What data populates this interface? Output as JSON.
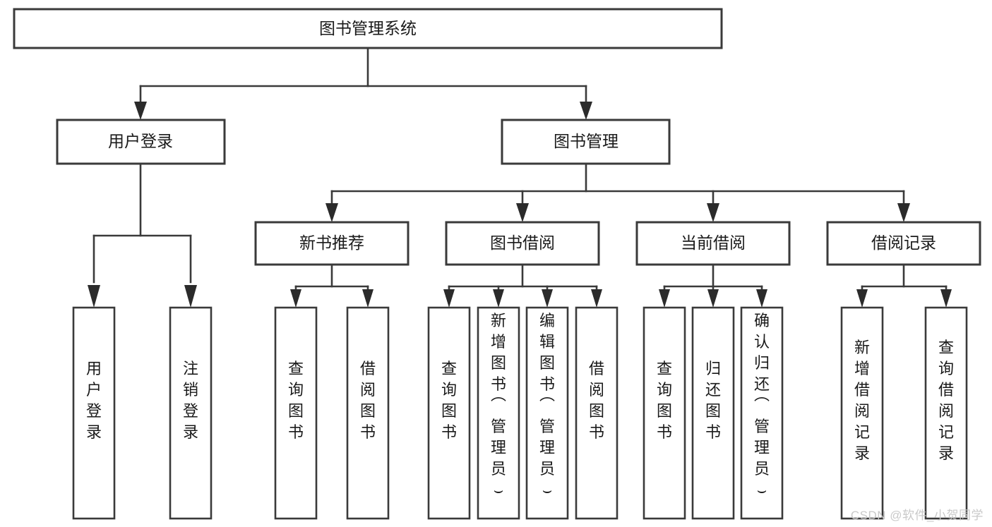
{
  "diagram": {
    "type": "tree",
    "title": "图书管理系统",
    "watermark": "CSDN @软件_小贺同学",
    "colors": {
      "box_fill": "#ffffff",
      "box_stroke": "#3a3a3a",
      "text": "#1a1a1a",
      "connector": "#3a3a3a",
      "watermark": "#c9c9c9",
      "background": "#ffffff"
    },
    "levels": {
      "root": {
        "label": "图书管理系统"
      },
      "level2": [
        {
          "label": "用户登录"
        },
        {
          "label": "图书管理"
        }
      ],
      "level3": [
        {
          "label": "新书推荐"
        },
        {
          "label": "图书借阅"
        },
        {
          "label": "当前借阅"
        },
        {
          "label": "借阅记录"
        }
      ]
    },
    "nodes": {
      "root": "图书管理系统",
      "user_login": "用户登录",
      "book_manage": "图书管理",
      "new_book_rec": "新书推荐",
      "book_borrow": "图书借阅",
      "current_borrow": "当前借阅",
      "borrow_record": "借阅记录",
      "leaf_user_login": "用户登录",
      "leaf_user_logout": "注销登录",
      "leaf_rec_query": "查询图书",
      "leaf_rec_borrow": "借阅图书",
      "leaf_borrow_query": "查询图书",
      "leaf_borrow_add": "新增图书（管理员）",
      "leaf_borrow_edit": "编辑图书（管理员）",
      "leaf_borrow_lend": "借阅图书",
      "leaf_cur_query": "查询图书",
      "leaf_cur_return": "归还图书",
      "leaf_cur_confirm": "确认归还（管理员）",
      "leaf_rec_add": "新增借阅记录",
      "leaf_rec_search": "查询借阅记录"
    },
    "edges": [
      {
        "from": "图书管理系统",
        "to": "用户登录"
      },
      {
        "from": "图书管理系统",
        "to": "图书管理"
      },
      {
        "from": "图书管理",
        "to": "新书推荐"
      },
      {
        "from": "图书管理",
        "to": "图书借阅"
      },
      {
        "from": "图书管理",
        "to": "当前借阅"
      },
      {
        "from": "图书管理",
        "to": "借阅记录"
      },
      {
        "from": "用户登录",
        "to": "用户登录"
      },
      {
        "from": "用户登录",
        "to": "注销登录"
      },
      {
        "from": "新书推荐",
        "to": "查询图书"
      },
      {
        "from": "新书推荐",
        "to": "借阅图书"
      },
      {
        "from": "图书借阅",
        "to": "查询图书"
      },
      {
        "from": "图书借阅",
        "to": "新增图书（管理员）"
      },
      {
        "from": "图书借阅",
        "to": "编辑图书（管理员）"
      },
      {
        "from": "图书借阅",
        "to": "借阅图书"
      },
      {
        "from": "当前借阅",
        "to": "查询图书"
      },
      {
        "from": "当前借阅",
        "to": "归还图书"
      },
      {
        "from": "当前借阅",
        "to": "确认归还（管理员）"
      },
      {
        "from": "借阅记录",
        "to": "新增借阅记录"
      },
      {
        "from": "借阅记录",
        "to": "查询借阅记录"
      }
    ]
  }
}
